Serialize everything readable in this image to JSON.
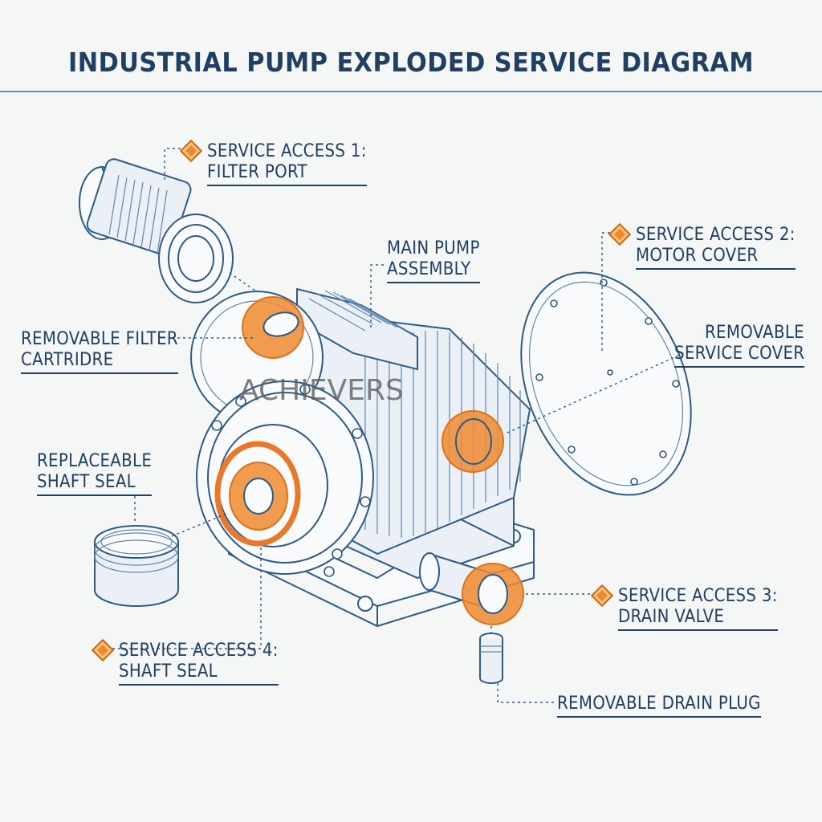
{
  "title": "INDUSTRIAL PUMP EXPLODED SERVICE DIAGRAM",
  "watermark": "ACHIEVERS",
  "colors": {
    "line": "#2d5a88",
    "accent": "#e98a2c",
    "text": "#1f3f63",
    "background": "#f5f6f6"
  },
  "labels": {
    "service_access_1": [
      "SERVICE ACCESS 1:",
      "FILTER PORT"
    ],
    "main_pump": [
      "MAIN PUMP",
      "ASSEMBLY"
    ],
    "service_access_2": [
      "SERVICE ACCESS 2:",
      "MOTOR COVER"
    ],
    "removable_filter": [
      "REMOVABLE FILTER",
      "CARTRIDRE"
    ],
    "removable_cover": [
      "REMOVABLE",
      "SERVICE COVER"
    ],
    "replaceable_seal": [
      "REPLACEABLE",
      "SHAFT SEAL"
    ],
    "service_access_3": [
      "SERVICE ACCESS 3:",
      "DRAIN VALVE"
    ],
    "service_access_4": [
      "SERVICE ACCESS 4:",
      "SHAFT SEAL"
    ],
    "drain_plug": "REMOVABLE DRAIN PLUG"
  },
  "icons": [
    "service-marker-diamond-icon"
  ]
}
